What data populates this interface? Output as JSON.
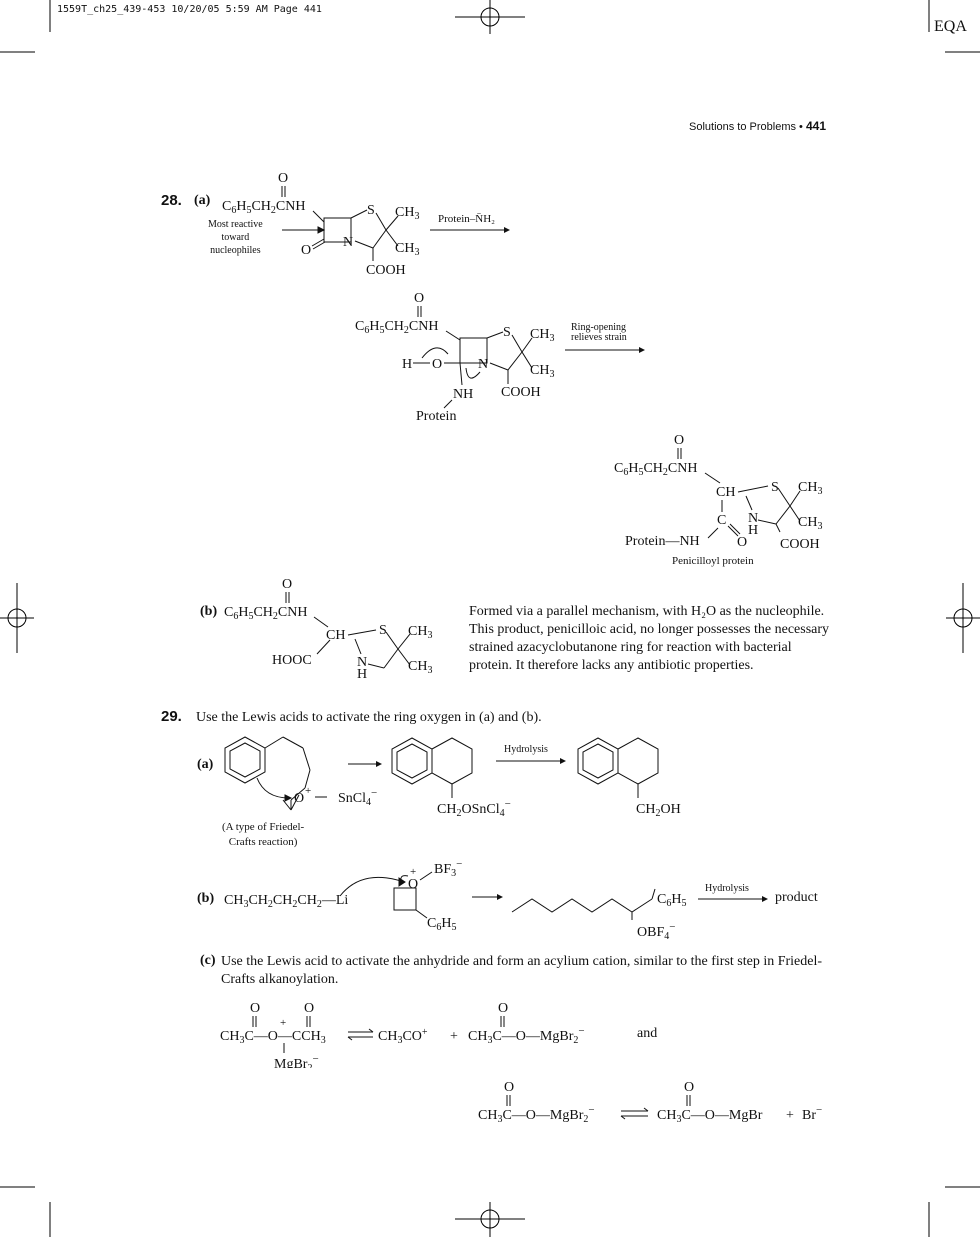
{
  "slug_line": "1559T_ch25_439-453 10/20/05 5:59 AM Page 441",
  "corner_tag": "EQA",
  "running_head": {
    "text": "Solutions to Problems • ",
    "page": "441"
  },
  "p28": {
    "number": "28.",
    "a_label": "(a)",
    "note_lines": [
      "Most reactive",
      "toward",
      "nucleophiles"
    ],
    "step1_reagent": "Protein–N̈H₂",
    "step2_reagent_lines": [
      "Ring-opening",
      "relieves strain"
    ],
    "protein": "Protein",
    "product_name": "Penicilloyl protein",
    "protein_nh": "Protein—NH",
    "b_label": "(b)",
    "b_text": "Formed via a parallel mechanism, with H₂O as the nucleophile. This product, penicilloic acid, no longer possesses the necessary strained azacyclobutanone ring for reaction with bacterial protein. It therefore lacks any antibiotic properties."
  },
  "p29": {
    "number": "29.",
    "intro": "Use the Lewis acids to activate the ring oxygen in (a) and (b).",
    "a_label": "(a)",
    "hydrolysis": "Hydrolysis",
    "a_note_lines": [
      "(A type of Friedel-",
      "Crafts reaction)"
    ],
    "b_label": "(b)",
    "b_product": "product",
    "c_label": "(c)",
    "c_text": "Use the Lewis acid to activate the anhydride and form an acylium cation, similar to the first step in Friedel-Crafts alkanoylation.",
    "and": "and",
    "plus": "+"
  }
}
